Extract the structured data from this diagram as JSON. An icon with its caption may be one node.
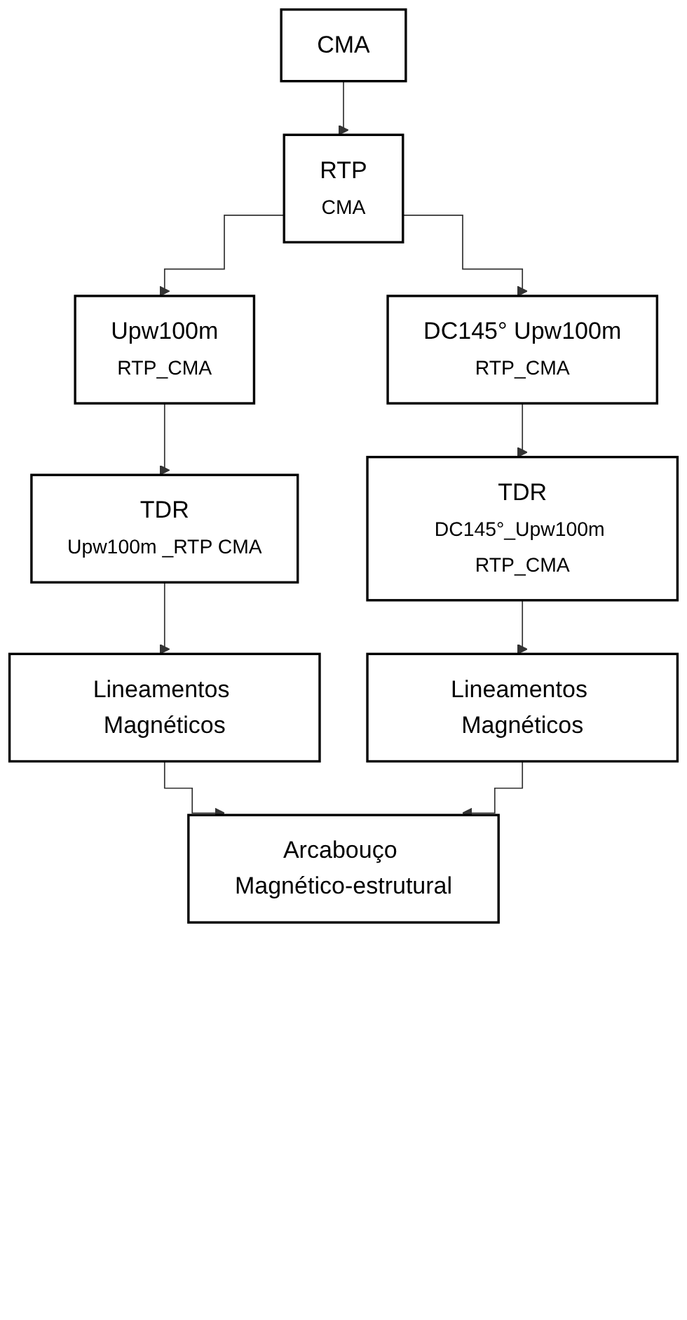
{
  "diagram": {
    "nodes": [
      {
        "text": [
          "CMA"
        ]
      },
      {
        "text": [
          "RTP",
          "CMA"
        ]
      },
      {
        "text": [
          "Upw100m",
          "RTP_CMA"
        ]
      },
      {
        "text": [
          "DC145° Upw100m",
          "RTP_CMA"
        ]
      },
      {
        "text": [
          "TDR",
          "Upw100m _RTP CMA"
        ]
      },
      {
        "text": [
          "TDR",
          "DC145°_Upw100m RTP_CMA"
        ]
      },
      {
        "text": [
          "Lineamentos Magnéticos"
        ]
      },
      {
        "text": [
          "Lineamentos Magnéticos"
        ]
      },
      {
        "text": [
          "Arcabouço Magnético-estrutural"
        ]
      }
    ],
    "edges": [
      {
        "from": 0,
        "to": 1,
        "arrow": "to"
      },
      {
        "from": 1,
        "to": 2,
        "arrow": "to"
      },
      {
        "from": 1,
        "to": 3,
        "arrow": "to"
      },
      {
        "from": 2,
        "to": 4,
        "arrow": "to"
      },
      {
        "from": 3,
        "to": 5,
        "arrow": "to"
      },
      {
        "from": 4,
        "to": 6,
        "arrow": "to"
      },
      {
        "from": 5,
        "to": 7,
        "arrow": "to"
      },
      {
        "from": 6,
        "to": 8,
        "arrow": "to"
      },
      {
        "from": 7,
        "to": 8,
        "arrow": "to"
      }
    ]
  }
}
